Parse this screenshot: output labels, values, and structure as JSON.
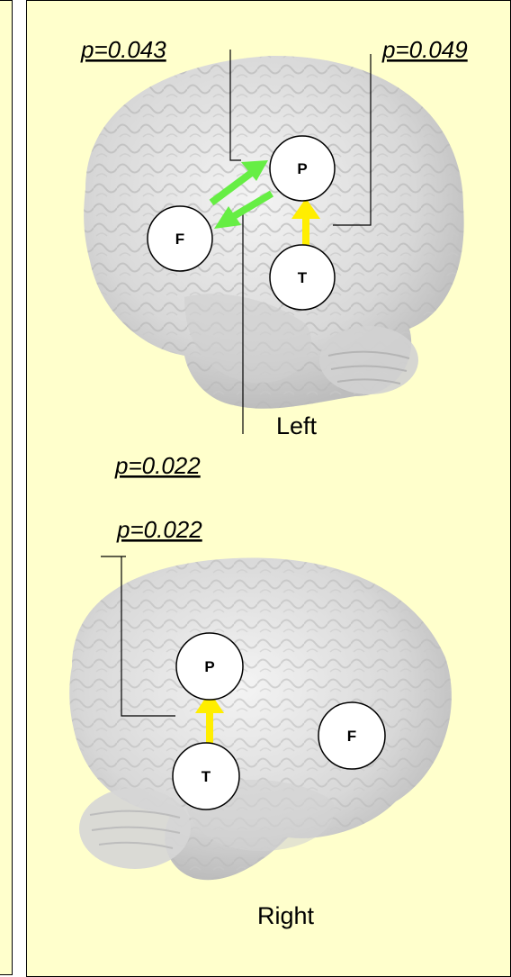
{
  "colors": {
    "background": "#ffffcc",
    "green_arrow": "#66ee44",
    "yellow_arrow": "#ffee00",
    "node_fill": "#ffffff"
  },
  "left_brain": {
    "label": "Left",
    "nodes": {
      "P": "P",
      "F": "F",
      "T": "T"
    },
    "p_values": {
      "p1": "p=0.043",
      "p2": "p=0.049",
      "p3": "p=0.022"
    }
  },
  "right_brain": {
    "label": "Right",
    "nodes": {
      "P": "P",
      "F": "F",
      "T": "T"
    },
    "p_values": {
      "p1": "p=0.022"
    }
  }
}
